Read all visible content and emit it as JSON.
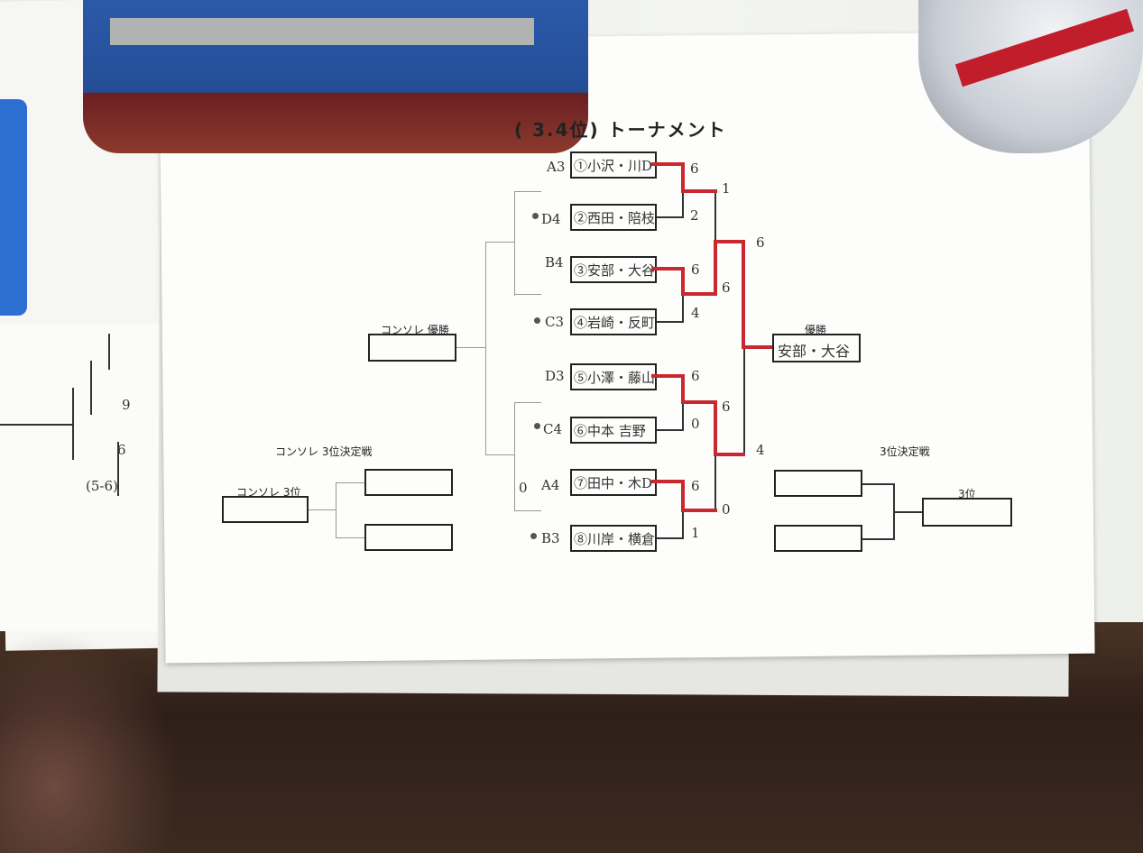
{
  "title": "( 3.4位) トーナメント",
  "entries": [
    {
      "seed": "A3",
      "name": "①小沢・川D",
      "score": "6"
    },
    {
      "seed": "D4",
      "name": "②西田・陪枝",
      "score": "2"
    },
    {
      "seed": "B4",
      "name": "③安部・大谷",
      "score": "6"
    },
    {
      "seed": "C3",
      "name": "④岩崎・反町",
      "score": "4"
    },
    {
      "seed": "D3",
      "name": "⑤小澤・藤山",
      "score": "6"
    },
    {
      "seed": "C4",
      "name": "⑥中本 吉野",
      "score": "0"
    },
    {
      "seed": "A4",
      "name": "⑦田中・木D",
      "score": "6"
    },
    {
      "seed": "B3",
      "name": "⑧川岸・横倉",
      "score": "1"
    }
  ],
  "round2_scores": [
    "1",
    "6",
    "6",
    "0"
  ],
  "final_scores": [
    "6",
    "4"
  ],
  "winner_label": "優勝",
  "winner_name": "安部・大谷",
  "consolation_winner_label": "コンソレ 優勝",
  "consolation_3rd_match_label": "コンソレ 3位決定戦",
  "consolation_3rd_label": "コンソレ 3位",
  "third_place_match_label": "3位決定戦",
  "third_place_label": "3位",
  "margin_mark": "0",
  "left_sheet_marks": [
    "(5-6)",
    "9",
    "6"
  ]
}
